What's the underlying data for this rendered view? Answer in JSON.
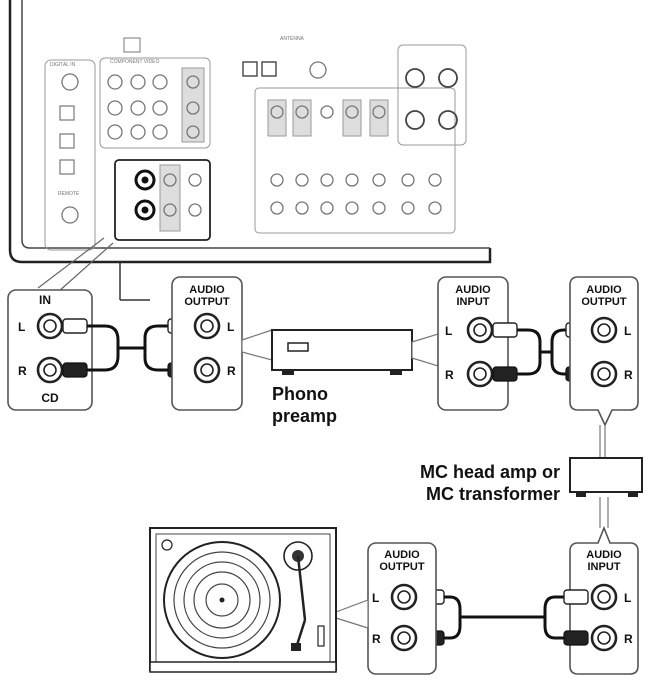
{
  "diagram": {
    "receiver": {
      "cd_in_label": "IN",
      "cd_label": "CD",
      "left": "L",
      "right": "R"
    },
    "phono_preamp": {
      "output_label": "AUDIO\nOUTPUT",
      "name": "Phono\npreamp",
      "left": "L",
      "right": "R"
    },
    "mc_head_amp": {
      "input_label": "AUDIO\nINPUT",
      "output_label": "AUDIO\nOUTPUT",
      "name": "MC head amp or\nMC transformer",
      "left": "L",
      "right": "R"
    },
    "turntable": {
      "output_label": "AUDIO\nOUTPUT",
      "left": "L",
      "right": "R"
    },
    "mc_input_bottom": {
      "input_label": "AUDIO\nINPUT",
      "left": "L",
      "right": "R"
    }
  }
}
